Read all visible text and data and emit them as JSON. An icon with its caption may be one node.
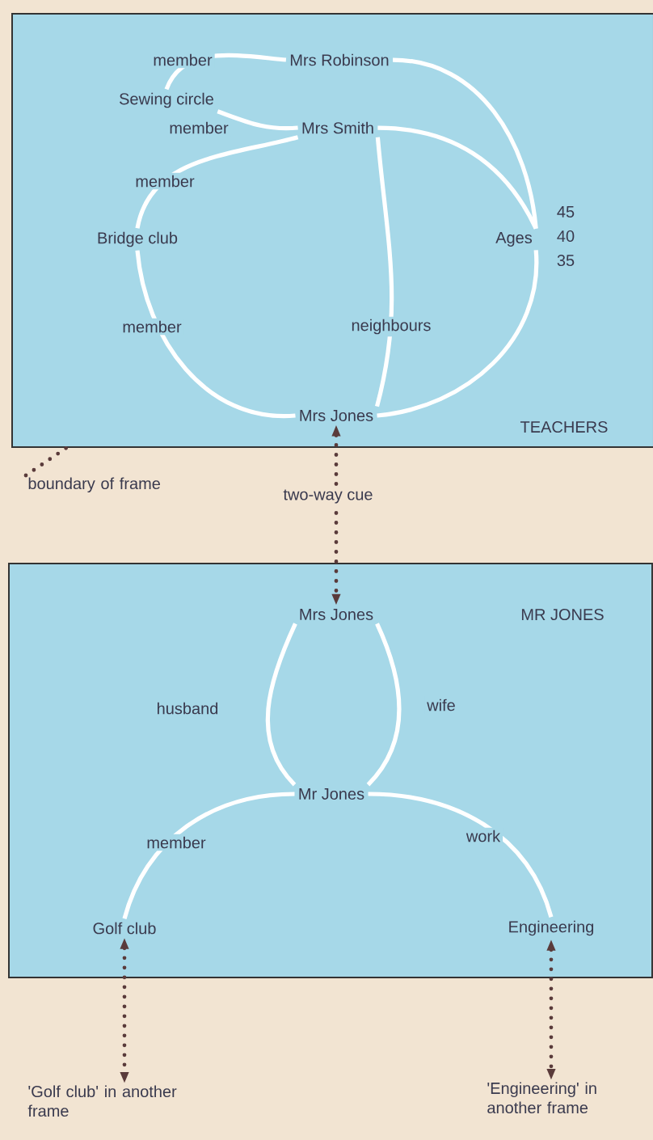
{
  "diagram": {
    "nodes": [
      {
        "text": [
          "TEACHERS"
        ]
      },
      {
        "text": [
          "Mrs Robinson"
        ],
        "in": 0
      },
      {
        "text": [
          "Sewing circle"
        ],
        "in": 0
      },
      {
        "text": [
          "Mrs Smith"
        ],
        "in": 0
      },
      {
        "text": [
          "Bridge club"
        ],
        "in": 0
      },
      {
        "text": [
          "Ages"
        ],
        "beside": [
          "45",
          "40",
          "35"
        ],
        "in": 0
      },
      {
        "text": [
          "Mrs Jones"
        ],
        "in": 0
      },
      {
        "text": [
          "MR JONES"
        ]
      },
      {
        "text": [
          "Mrs Jones"
        ],
        "in": 7
      },
      {
        "text": [
          "Mr Jones"
        ],
        "in": 7
      },
      {
        "text": [
          "Golf club"
        ],
        "in": 7
      },
      {
        "text": [
          "Engineering"
        ],
        "in": 7
      },
      {
        "text": [
          "boundary of frame"
        ]
      },
      {
        "text": [
          "'Golf club' in another frame"
        ]
      },
      {
        "text": [
          "'Engineering' in another frame"
        ]
      }
    ],
    "edges": [
      {
        "from": 1,
        "to": 2,
        "arrow": "none",
        "label": "member",
        "color": "#ffffff"
      },
      {
        "from": 3,
        "to": 2,
        "arrow": "none",
        "label": "member",
        "color": "#ffffff"
      },
      {
        "from": 1,
        "to": 5,
        "arrow": "none",
        "color": "#ffffff"
      },
      {
        "from": 3,
        "to": 5,
        "arrow": "none",
        "color": "#ffffff"
      },
      {
        "from": 3,
        "to": 4,
        "arrow": "none",
        "label": "member",
        "color": "#ffffff"
      },
      {
        "from": 4,
        "to": 6,
        "arrow": "none",
        "label": "member",
        "color": "#ffffff"
      },
      {
        "from": 3,
        "to": 6,
        "arrow": "none",
        "label": "neighbours",
        "color": "#ffffff"
      },
      {
        "from": 6,
        "to": 5,
        "arrow": "none",
        "color": "#ffffff"
      },
      {
        "from": 6,
        "to": 8,
        "arrow": "both",
        "label": "two-way cue",
        "style": "dashed",
        "color": "#5a3b3b"
      },
      {
        "from": 12,
        "to": 0,
        "arrow": "none",
        "style": "dashed",
        "color": "#5a3b3b"
      },
      {
        "from": 8,
        "to": 9,
        "arrow": "none",
        "label": "husband",
        "color": "#ffffff"
      },
      {
        "from": 8,
        "to": 9,
        "arrow": "none",
        "label": "wife",
        "color": "#ffffff"
      },
      {
        "from": 9,
        "to": 10,
        "arrow": "none",
        "label": "member",
        "color": "#ffffff"
      },
      {
        "from": 9,
        "to": 11,
        "arrow": "none",
        "label": "work",
        "color": "#ffffff"
      },
      {
        "from": 10,
        "to": 13,
        "arrow": "both",
        "style": "dashed",
        "color": "#5a3b3b"
      },
      {
        "from": 11,
        "to": 14,
        "arrow": "both",
        "style": "dashed",
        "color": "#5a3b3b"
      }
    ]
  }
}
